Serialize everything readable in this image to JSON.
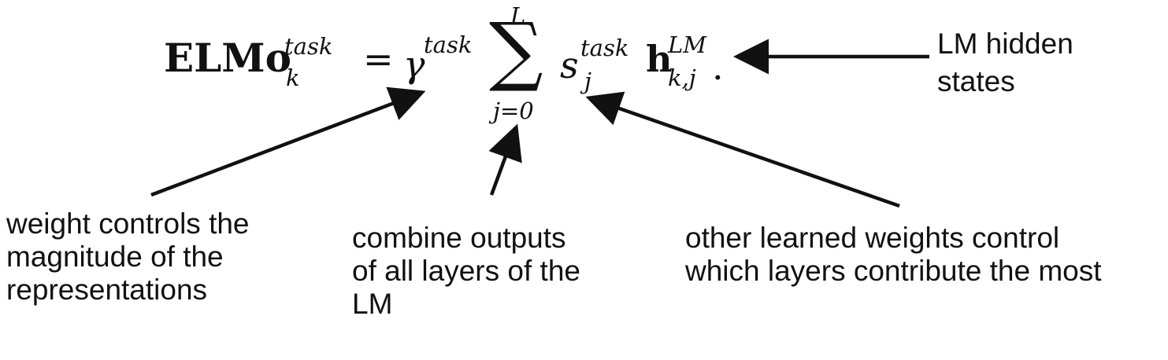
{
  "formula": {
    "elmo_base": "ELMo",
    "elmo_sup": "task",
    "elmo_sub": "k",
    "equals": "=",
    "gamma": "γ",
    "gamma_sup": "task",
    "sigma": "∑",
    "sum_upper": "L",
    "sum_lower": "j=0",
    "s_base": "s",
    "s_sup": "task",
    "s_sub": "j",
    "h_base": "h",
    "h_sup": "LM",
    "h_sub": "k,j",
    "period": "."
  },
  "annotations": {
    "lm_hidden_states": [
      "LM hidden",
      "states"
    ],
    "weight_controls": [
      "weight controls the",
      "magnitude of the",
      "representations"
    ],
    "combine_outputs": [
      "combine outputs",
      "of all layers of the",
      "LM"
    ],
    "other_weights": [
      "other learned weights control",
      "which layers contribute the most"
    ]
  },
  "colors": {
    "text": "#111111",
    "arrow": "#111111",
    "background": "#ffffff"
  }
}
